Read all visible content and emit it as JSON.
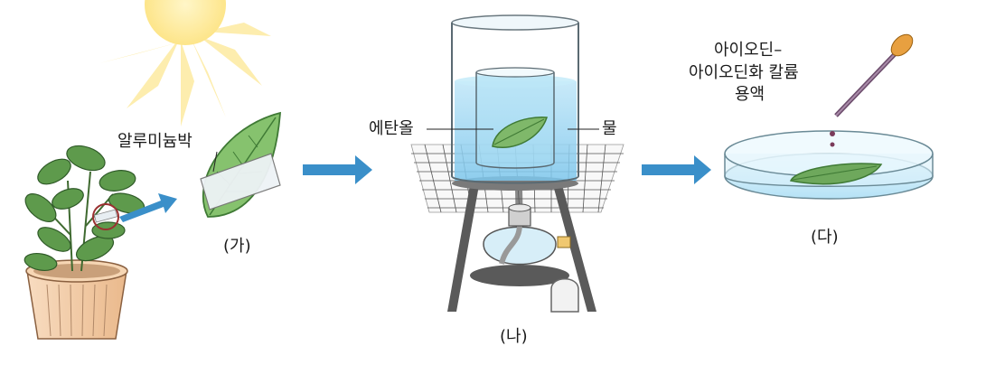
{
  "labels": {
    "foil": "알루미늄박",
    "ethanol": "에탄올",
    "water": "물",
    "iodine_line1": "아이오딘–",
    "iodine_line2": "아이오딘화 칼륨",
    "iodine_line3": "용액",
    "step_ga": "(가)",
    "step_na": "(나)",
    "step_da": "(다)"
  },
  "colors": {
    "sun": "#fde58a",
    "leaf": "#7fb86a",
    "leaf_dark": "#3f7a35",
    "water": "#8fd0f0",
    "arrow": "#3a8fc9",
    "pot": "#f3cfa8",
    "stand": "#5a5a5a",
    "dropper": "#e8a040"
  }
}
